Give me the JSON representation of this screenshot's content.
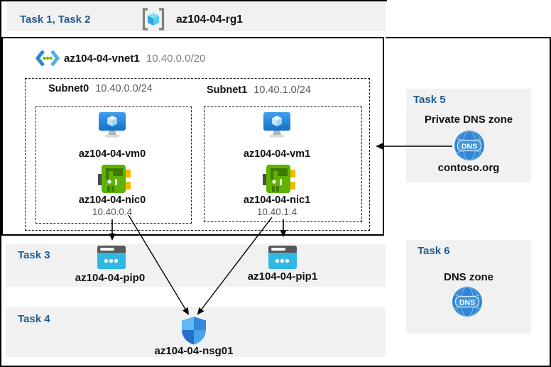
{
  "header": {
    "tasks_label": "Task 1, Task 2",
    "resource_group_name": "az104-04-rg1"
  },
  "vnet": {
    "name": "az104-04-vnet1",
    "cidr": "10.40.0.0/20"
  },
  "subnet0": {
    "name": "Subnet0",
    "cidr": "10.40.0.0/24",
    "vm_name": "az104-04-vm0",
    "nic_name": "az104-04-nic0",
    "nic_ip": "10.40.0.4"
  },
  "subnet1": {
    "name": "Subnet1",
    "cidr": "10.40.1.0/24",
    "vm_name": "az104-04-vm1",
    "nic_name": "az104-04-nic1",
    "nic_ip": "10.40.1.4"
  },
  "task3": {
    "label": "Task 3",
    "pip0_name": "az104-04-pip0",
    "pip1_name": "az104-04-pip1"
  },
  "task4": {
    "label": "Task 4",
    "nsg_name": "az104-04-nsg01"
  },
  "task5": {
    "label": "Task 5",
    "title": "Private DNS zone",
    "zone_name": "contoso.org",
    "dns_badge": "DNS"
  },
  "task6": {
    "label": "Task 6",
    "title": "DNS zone",
    "dns_badge": "DNS"
  },
  "connections": [
    {
      "from": "az104-04-nic0",
      "to": "az104-04-pip0"
    },
    {
      "from": "az104-04-nic1",
      "to": "az104-04-pip1"
    },
    {
      "from": "az104-04-nic0",
      "to": "az104-04-nsg01"
    },
    {
      "from": "az104-04-nic1",
      "to": "az104-04-nsg01"
    },
    {
      "from": "contoso.org",
      "to": "Subnet1"
    }
  ],
  "colors": {
    "task_label_blue": "#1f5c8f",
    "band_gray": "#f1f1f1",
    "muted_text": "#595959",
    "pip_cyan": "#31b7e3",
    "nic_green": "#5db300",
    "dns_blue": "#2e86d4",
    "vm_blue": "#2488d8",
    "border_black": "#000000"
  }
}
